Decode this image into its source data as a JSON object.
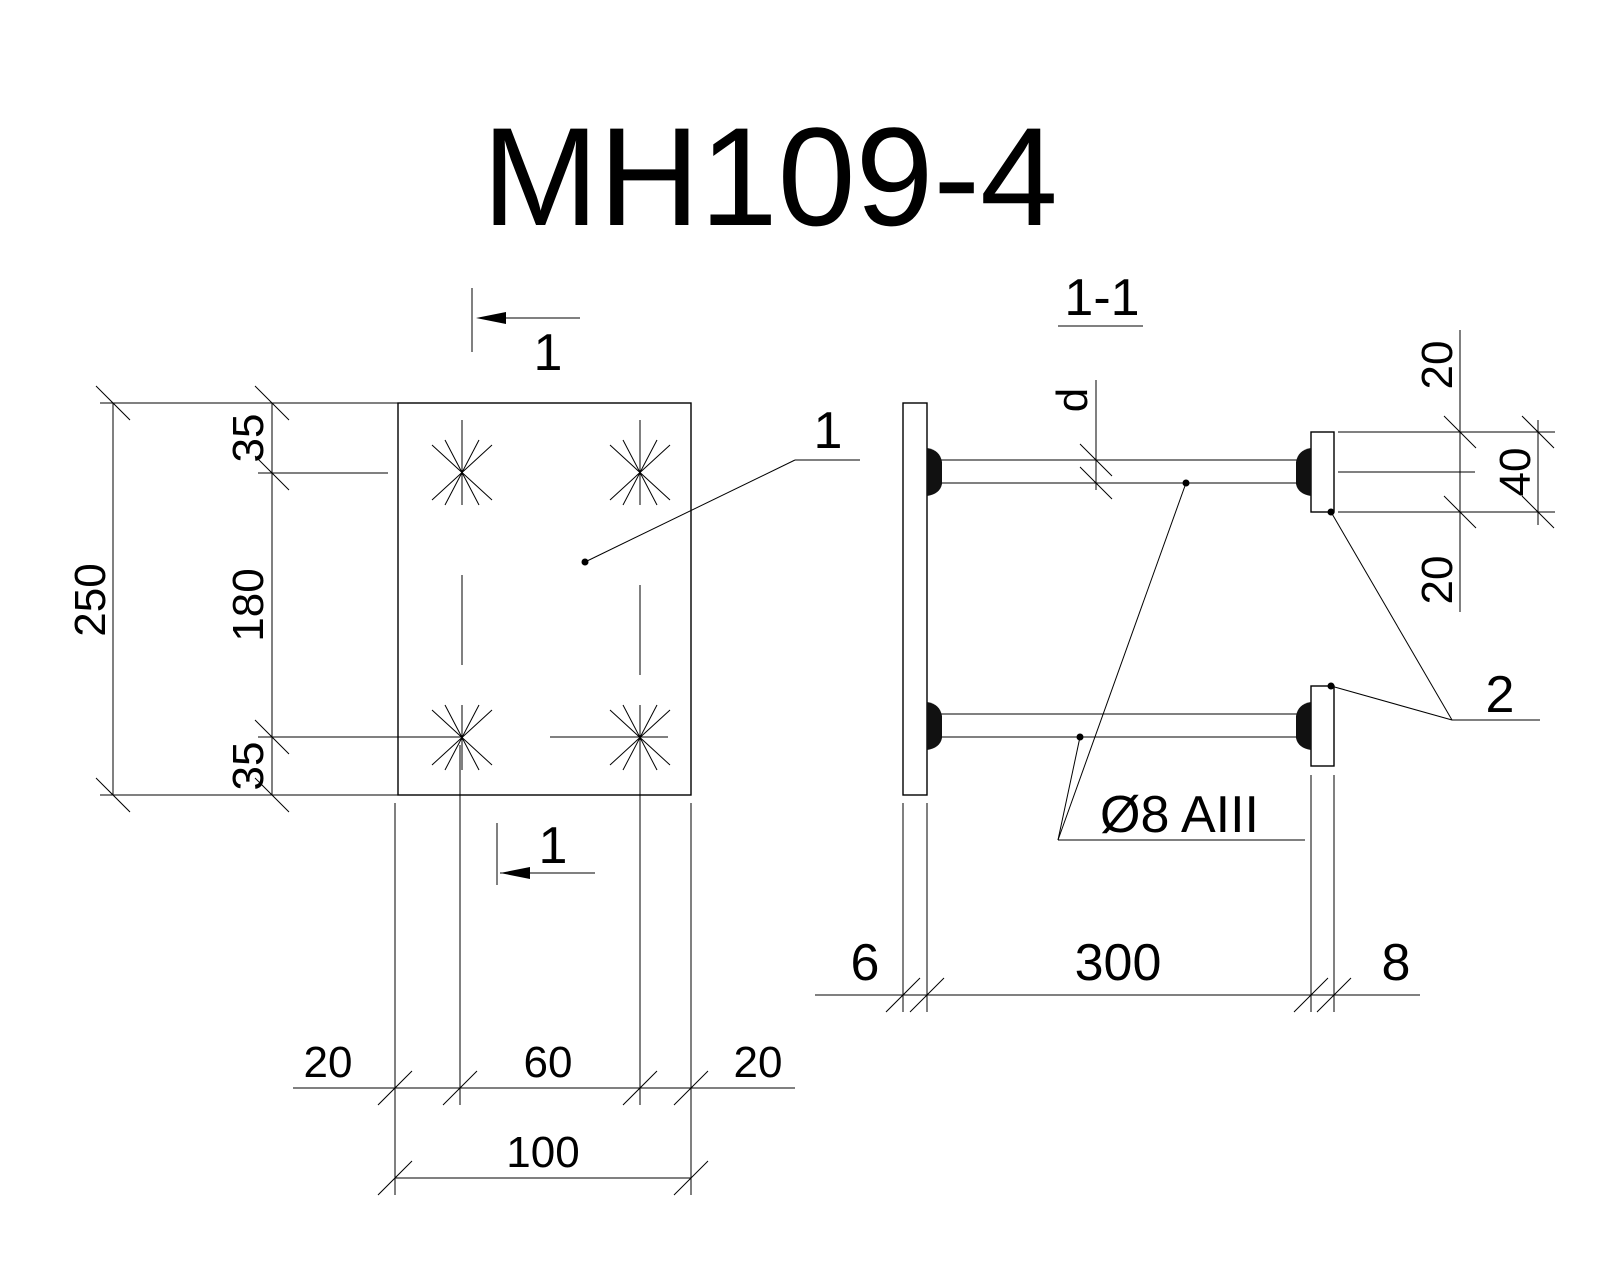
{
  "title": "МН109-4",
  "plan": {
    "section_mark_top": "1",
    "section_mark_bottom": "1",
    "dim_total_height": "250",
    "dim_top_offset": "35",
    "dim_middle": "180",
    "dim_bottom_offset": "35",
    "dim_left_edge": "20",
    "dim_between": "60",
    "dim_right_edge": "20",
    "dim_total_width": "100",
    "callout_plate": "1"
  },
  "section": {
    "label": "1-1",
    "dim_d": "d",
    "dim_plate_thickness": "6",
    "dim_length": "300",
    "dim_end_plate": "8",
    "dim_top_margin": "20",
    "dim_end_plate_height": "40",
    "dim_bottom_margin": "20",
    "callout_end_plate": "2",
    "rebar_spec": "Ø8 AIII"
  }
}
